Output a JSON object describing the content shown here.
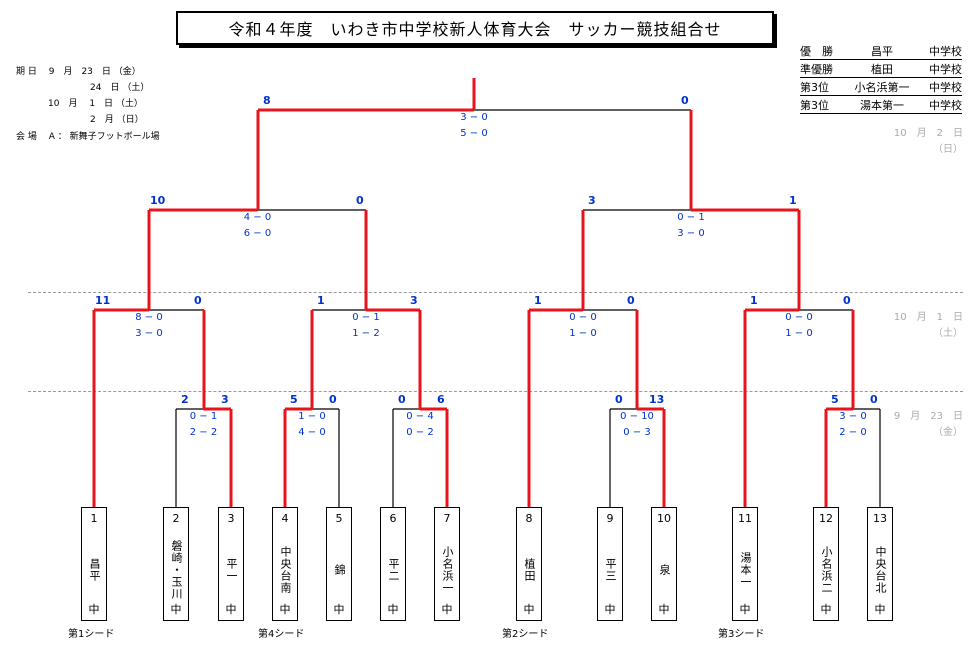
{
  "title": "令和４年度　いわき市中学校新人体育大会　サッカー競技組合せ",
  "schedule": {
    "line1": "期 日　 9　月　23　日 （金）",
    "line2": "24　日 （土）",
    "line3": "10　月　 1　日 （土）",
    "line4": "2　月 （日）",
    "venue": "会 場　 A ： 新舞子フットボール場"
  },
  "results": [
    {
      "rank": "優　勝",
      "name": "昌平",
      "suffix": "中学校"
    },
    {
      "rank": "準優勝",
      "name": "植田",
      "suffix": "中学校"
    },
    {
      "rank": "第3位",
      "name": "小名浜第一",
      "suffix": "中学校"
    },
    {
      "rank": "第3位",
      "name": "湯本第一",
      "suffix": "中学校"
    }
  ],
  "days": [
    {
      "text": "10　月　2　日\n（日）"
    },
    {
      "text": "10　月　1　日\n（土）"
    },
    {
      "text": "9　月　23　日\n（金）"
    }
  ],
  "teams": [
    {
      "num": "1",
      "name": "昌平",
      "suffix": "中"
    },
    {
      "num": "2",
      "name": "磐崎・玉川",
      "suffix": "中"
    },
    {
      "num": "3",
      "name": "平一",
      "suffix": "中"
    },
    {
      "num": "4",
      "name": "中央台南",
      "suffix": "中"
    },
    {
      "num": "5",
      "name": "錦",
      "suffix": "中"
    },
    {
      "num": "6",
      "name": "平二",
      "suffix": "中"
    },
    {
      "num": "7",
      "name": "小名浜一",
      "suffix": "中"
    },
    {
      "num": "8",
      "name": "植田",
      "suffix": "中"
    },
    {
      "num": "9",
      "name": "平三",
      "suffix": "中"
    },
    {
      "num": "10",
      "name": "泉",
      "suffix": "中"
    },
    {
      "num": "11",
      "name": "湯本一",
      "suffix": "中"
    },
    {
      "num": "12",
      "name": "小名浜二",
      "suffix": "中"
    },
    {
      "num": "13",
      "name": "中央台北",
      "suffix": "中"
    }
  ],
  "seeds": [
    "第1シード",
    "第4シード",
    "第2シード",
    "第3シード"
  ],
  "matches": [
    {
      "id": "m1",
      "left_goals": "2",
      "right_goals": "3",
      "half1": "0 − 1",
      "half2": "2 − 2"
    },
    {
      "id": "m2",
      "left_goals": "5",
      "right_goals": "0",
      "half1": "1 − 0",
      "half2": "4 − 0"
    },
    {
      "id": "m3",
      "left_goals": "0",
      "right_goals": "6",
      "half1": "0 − 4",
      "half2": "0 − 2"
    },
    {
      "id": "m4",
      "left_goals": "0",
      "right_goals": "13",
      "half1": "0 − 10",
      "half2": "0 − 3"
    },
    {
      "id": "m5",
      "left_goals": "5",
      "right_goals": "0",
      "half1": "3 − 0",
      "half2": "2 − 0"
    },
    {
      "id": "q1",
      "left_goals": "11",
      "right_goals": "0",
      "half1": "8 − 0",
      "half2": "3 − 0"
    },
    {
      "id": "q2",
      "left_goals": "1",
      "right_goals": "3",
      "half1": "0 − 1",
      "half2": "1 − 2"
    },
    {
      "id": "q3",
      "left_goals": "1",
      "right_goals": "0",
      "half1": "0 − 0",
      "half2": "1 − 0"
    },
    {
      "id": "q4",
      "left_goals": "1",
      "right_goals": "0",
      "half1": "0 − 0",
      "half2": "1 − 0"
    },
    {
      "id": "s1",
      "left_goals": "10",
      "right_goals": "0",
      "half1": "4 − 0",
      "half2": "6 − 0"
    },
    {
      "id": "s2",
      "left_goals": "3",
      "right_goals": "1",
      "half1": "0 − 1",
      "half2": "3 − 0"
    },
    {
      "id": "f",
      "left_goals": "8",
      "right_goals": "0",
      "half1": "3 − 0",
      "half2": "5 − 0"
    }
  ]
}
